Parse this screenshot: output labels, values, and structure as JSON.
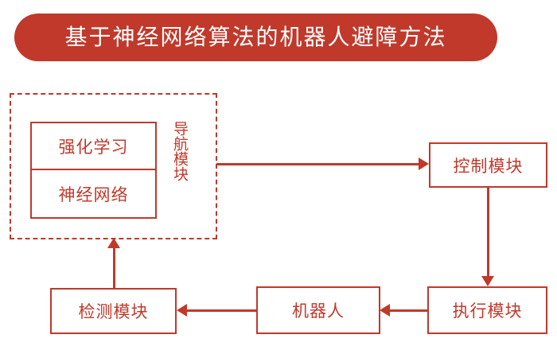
{
  "title": {
    "text": "基于神经网络算法的机器人避障方法",
    "background_color": "#c0392b",
    "text_color": "#ffffff"
  },
  "theme": {
    "accent_color": "#c0392b",
    "page_background": "#ffffff"
  },
  "diagram": {
    "type": "flowchart",
    "groups": [
      {
        "id": "navigation-module",
        "label": "导航模块",
        "border_style": "dashed",
        "children": [
          {
            "id": "reinforcement-learning",
            "label": "强化学习"
          },
          {
            "id": "neural-network",
            "label": "神经网络"
          }
        ]
      }
    ],
    "nodes": [
      {
        "id": "control-module",
        "label": "控制模块"
      },
      {
        "id": "execute-module",
        "label": "执行模块"
      },
      {
        "id": "robot",
        "label": "机器人"
      },
      {
        "id": "detect-module",
        "label": "检测模块"
      }
    ],
    "edges": [
      {
        "from": "navigation-module",
        "to": "control-module",
        "direction": "right"
      },
      {
        "from": "control-module",
        "to": "execute-module",
        "direction": "down"
      },
      {
        "from": "execute-module",
        "to": "robot",
        "direction": "left"
      },
      {
        "from": "robot",
        "to": "detect-module",
        "direction": "left"
      },
      {
        "from": "detect-module",
        "to": "navigation-module",
        "direction": "up"
      }
    ]
  }
}
